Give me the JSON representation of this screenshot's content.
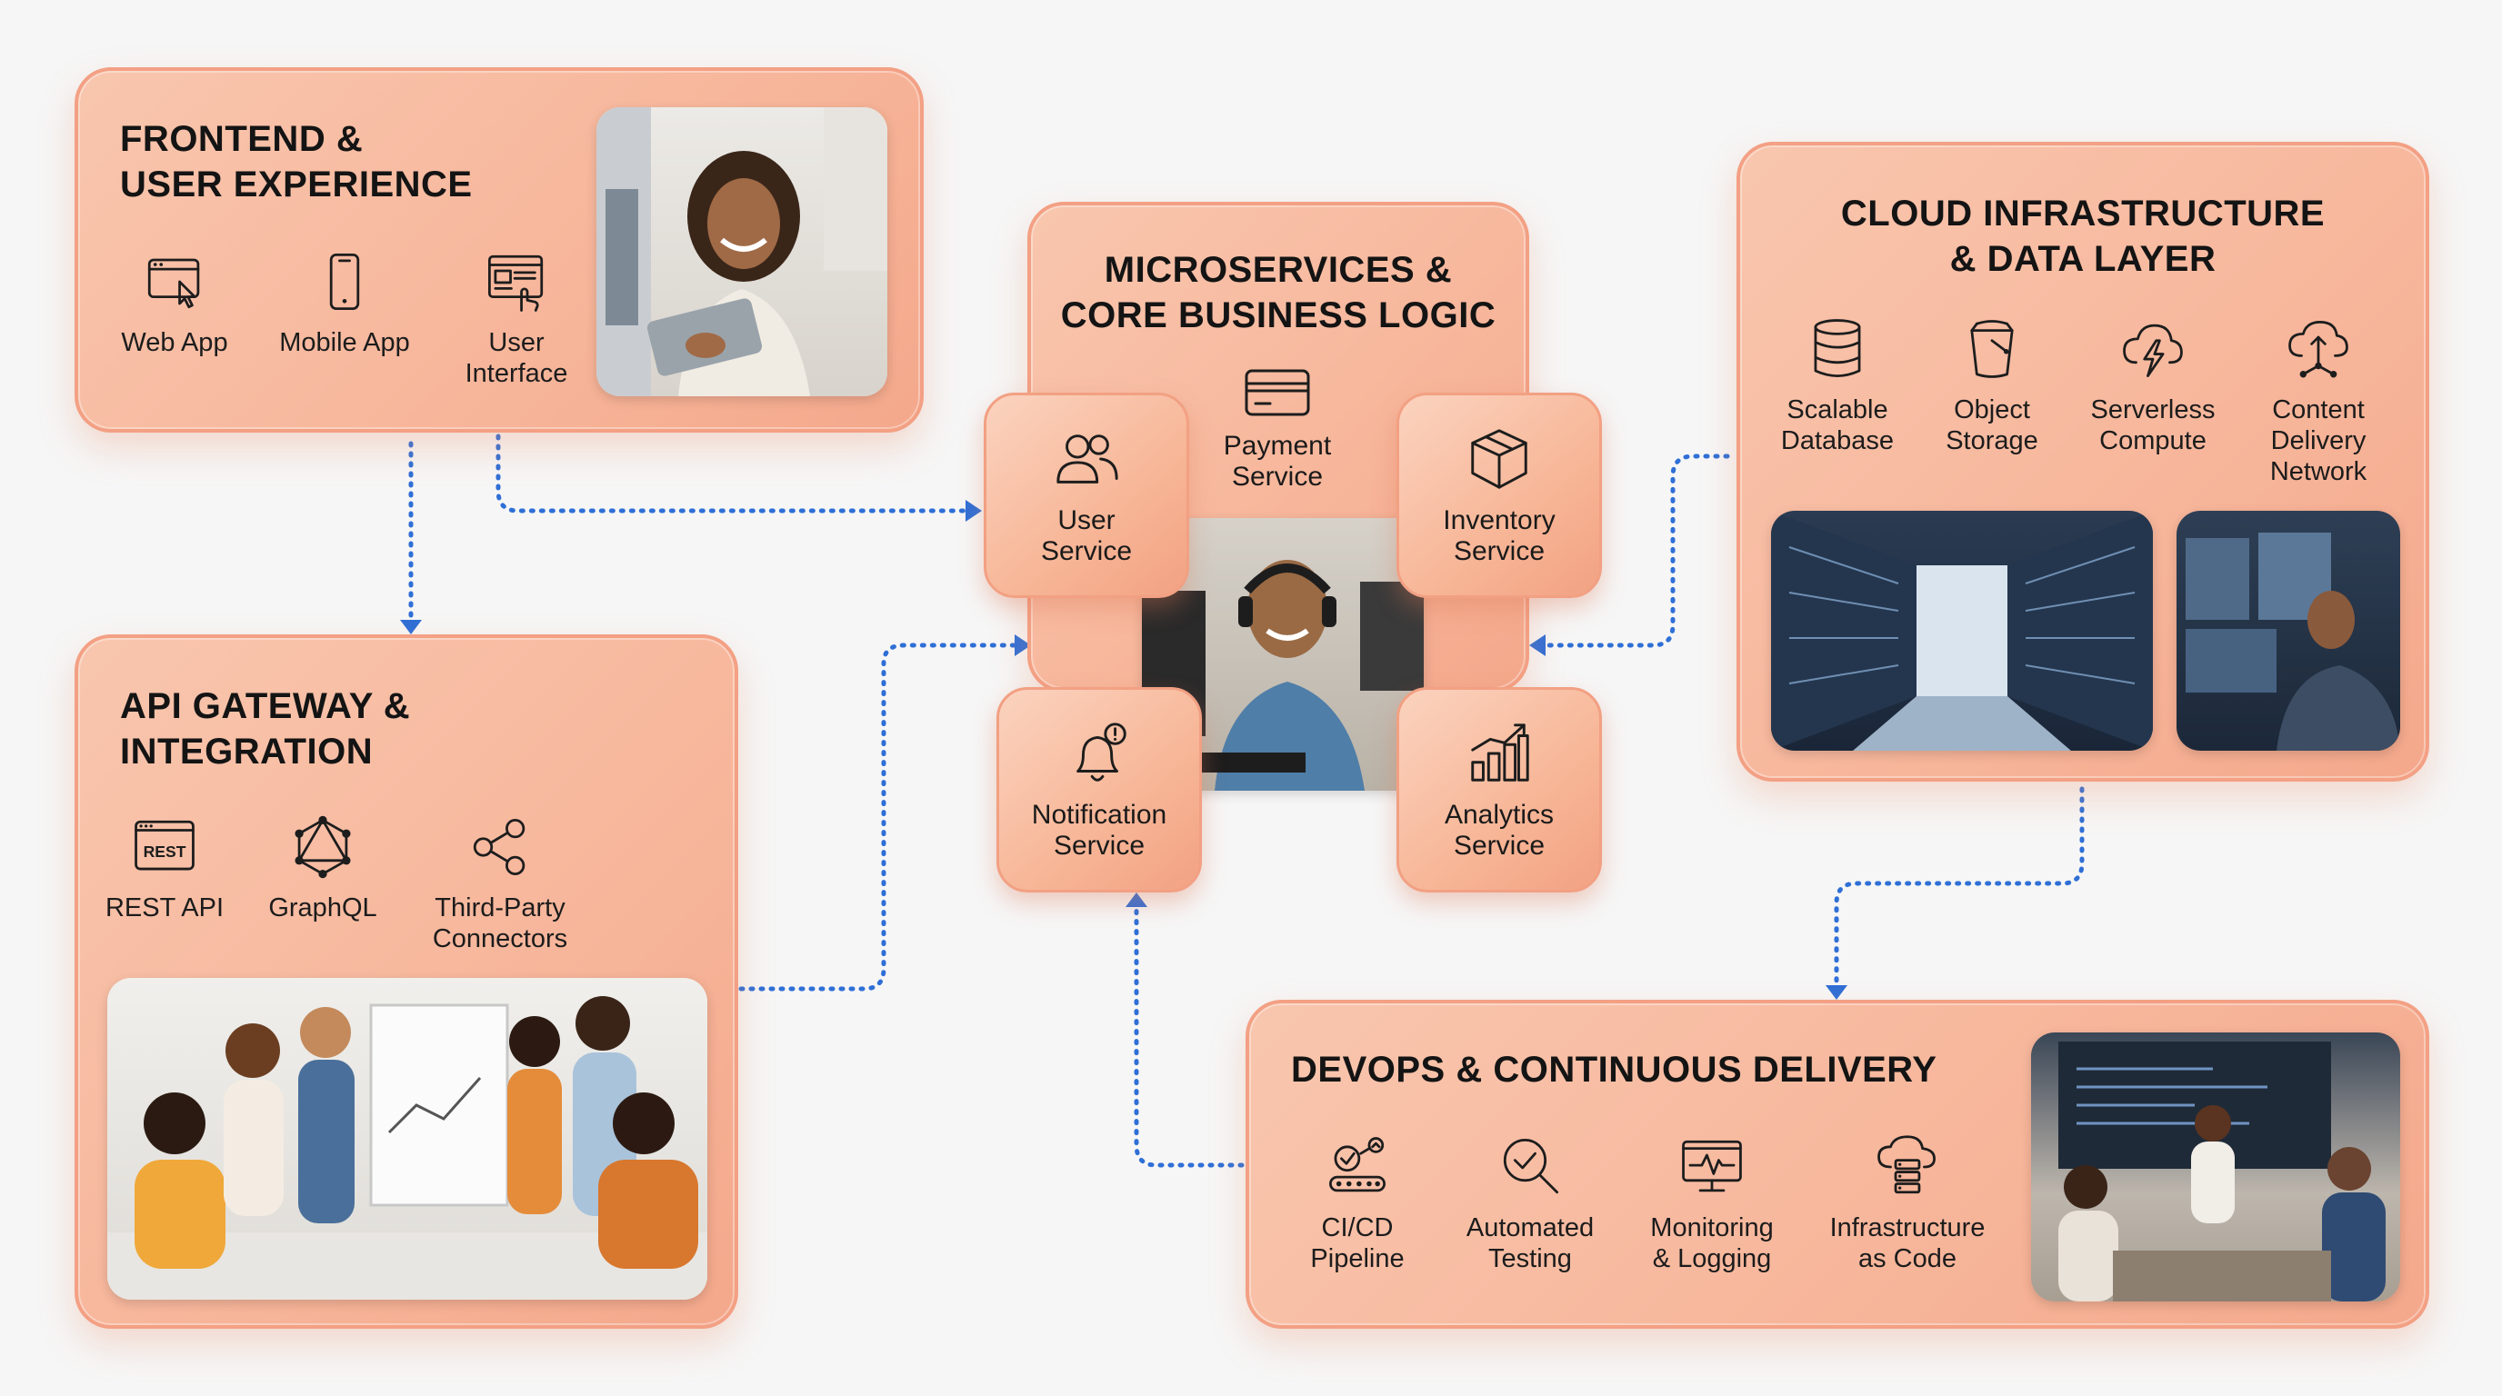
{
  "frontend": {
    "title": "FRONTEND &\nUSER EXPERIENCE",
    "items": [
      {
        "label": "Web App",
        "icon": "browser-cursor-icon"
      },
      {
        "label": "Mobile App",
        "icon": "smartphone-icon"
      },
      {
        "label": "User\nInterface",
        "icon": "ui-touch-icon"
      }
    ]
  },
  "api": {
    "title": "API GATEWAY &\nINTEGRATION",
    "items": [
      {
        "label": "REST API",
        "icon": "rest-window-icon",
        "badge": "REST"
      },
      {
        "label": "GraphQL",
        "icon": "graphql-icon"
      },
      {
        "label": "Third-Party\nConnectors",
        "icon": "share-nodes-icon"
      }
    ]
  },
  "microservices": {
    "title": "MICROSERVICES &\nCORE BUSINESS LOGIC",
    "payment": "Payment\nService",
    "user": "User\nService",
    "inventory": "Inventory\nService",
    "notification": "Notification\nService",
    "analytics": "Analytics\nService"
  },
  "cloud": {
    "title": "CLOUD INFRASTRUCTURE\n& DATA LAYER",
    "items": [
      {
        "label": "Scalable\nDatabase",
        "icon": "database-icon"
      },
      {
        "label": "Object\nStorage",
        "icon": "bucket-icon"
      },
      {
        "label": "Serverless\nCompute",
        "icon": "cloud-bolt-icon"
      },
      {
        "label": "Content\nDelivery\nNetwork",
        "icon": "cloud-network-icon"
      }
    ]
  },
  "devops": {
    "title": "DEVOPS & CONTINUOUS DELIVERY",
    "items": [
      {
        "label": "CI/CD\nPipeline",
        "icon": "pipeline-icon"
      },
      {
        "label": "Automated\nTesting",
        "icon": "magnifier-check-icon"
      },
      {
        "label": "Monitoring\n& Logging",
        "icon": "monitor-pulse-icon"
      },
      {
        "label": "Infrastructure\nas Code",
        "icon": "cloud-server-icon"
      }
    ]
  },
  "colors": {
    "card": "#f7b79c",
    "border": "#f3a084",
    "connector": "#2f6fd6",
    "background": "#f6f6f6"
  }
}
